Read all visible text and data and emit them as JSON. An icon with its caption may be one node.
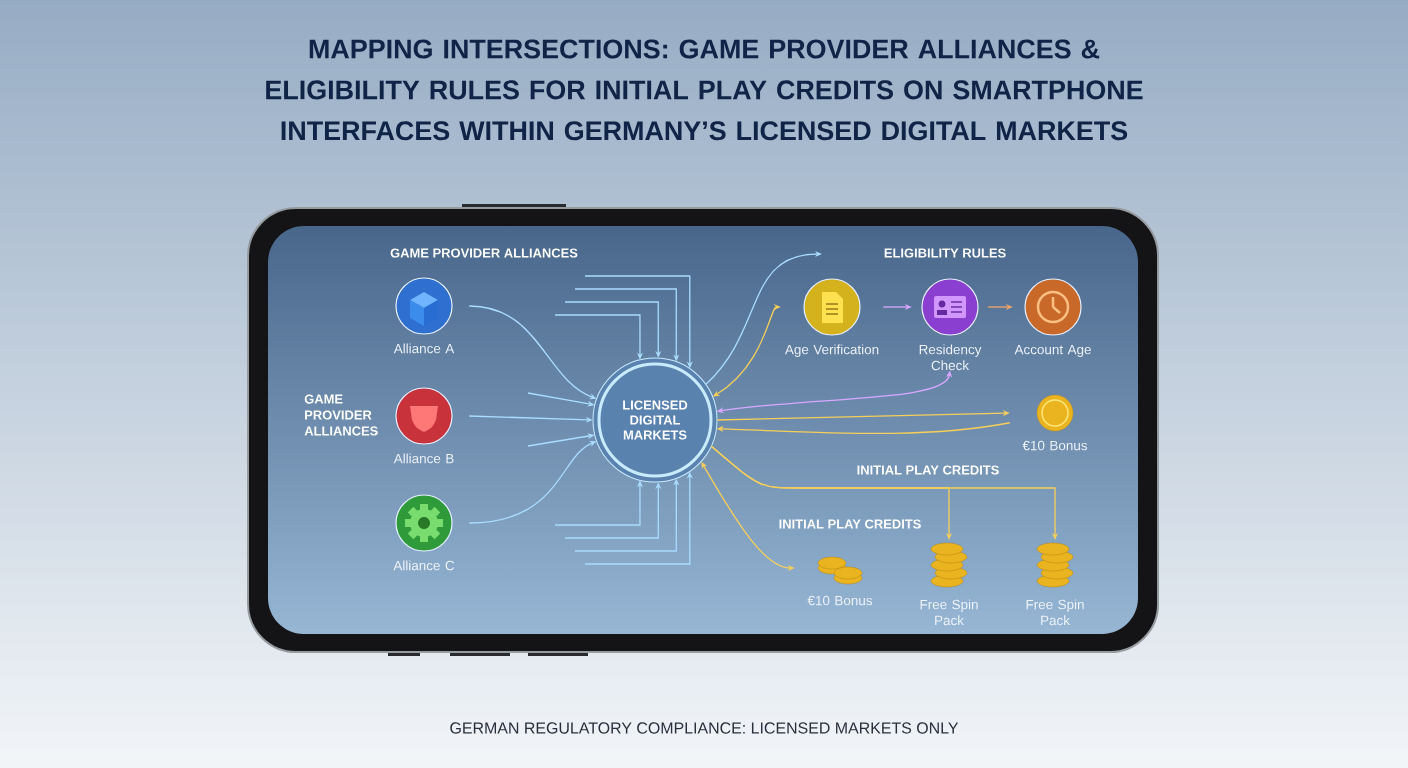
{
  "diagram": {
    "title": "MAPPING INTERSECTIONS: GAME PROVIDER ALLIANCES & ELIGIBILITY RULES FOR INITIAL PLAY CREDITS ON SMARTPHONE INTERFACES WITHIN GERMANY’S LICENSED DIGITAL MARKETS",
    "caption": "GERMAN REGULATORY COMPLIANCE: LICENSED MARKETS ONLY",
    "nodes": [
      {
        "text": [
          "Alliance A"
        ]
      },
      {
        "text": [
          "Alliance B"
        ]
      },
      {
        "text": [
          "Alliance C"
        ]
      },
      {
        "text": [
          "LICENSED DIGITAL MARKETS"
        ]
      },
      {
        "text": [
          "Age Verification"
        ]
      },
      {
        "text": [
          "Residency Check"
        ]
      },
      {
        "text": [
          "Account Age"
        ]
      },
      {
        "text": [
          "€10 Bonus"
        ]
      },
      {
        "text": [
          "€10 Bonus"
        ]
      },
      {
        "text": [
          "Free Spin Pack"
        ]
      },
      {
        "text": [
          "Free Spin Pack"
        ]
      }
    ],
    "edges": [
      {
        "from": 0,
        "to": 3,
        "arrow": "to"
      },
      {
        "from": 1,
        "to": 3,
        "arrow": "to"
      },
      {
        "from": 2,
        "to": 3,
        "arrow": "to"
      },
      {
        "from": null,
        "to": 3,
        "arrow": "to"
      },
      {
        "from": null,
        "to": 3,
        "arrow": "to"
      },
      {
        "from": null,
        "to": 3,
        "arrow": "to"
      },
      {
        "from": null,
        "to": 3,
        "arrow": "to"
      },
      {
        "from": null,
        "to": 3,
        "arrow": "to"
      },
      {
        "from": null,
        "to": 3,
        "arrow": "to"
      },
      {
        "from": null,
        "to": 3,
        "arrow": "to"
      },
      {
        "from": null,
        "to": 3,
        "arrow": "to"
      },
      {
        "from": null,
        "to": 3,
        "arrow": "to"
      },
      {
        "from": null,
        "to": 3,
        "arrow": "to"
      },
      {
        "from": 3,
        "to": null,
        "arrow": "to"
      },
      {
        "from": 3,
        "to": 4,
        "arrow": "both",
        "color": "#f6cf5a"
      },
      {
        "from": 4,
        "to": 5,
        "arrow": "to",
        "color": "#d9a8ff"
      },
      {
        "from": 5,
        "to": 6,
        "arrow": "to",
        "color": "#f3a56b"
      },
      {
        "from": 3,
        "to": 5,
        "arrow": "both",
        "color": "#d9a8ff"
      },
      {
        "from": 3,
        "to": 7,
        "arrow": "to",
        "color": "#f6cf5a"
      },
      {
        "from": 7,
        "to": 3,
        "arrow": "to",
        "color": "#f6cf5a"
      },
      {
        "from": 3,
        "to": 9,
        "arrow": "to",
        "color": "#f6cf5a"
      },
      {
        "from": 3,
        "to": 10,
        "arrow": "to",
        "color": "#f6cf5a"
      },
      {
        "from": 3,
        "to": 8,
        "arrow": "both",
        "color": "#f6cf5a"
      }
    ],
    "labels": [
      "GAME PROVIDER ALLIANCES",
      "GAME PROVIDER ALLIANCES",
      "ELIGIBILITY RULES",
      "INITIAL PLAY CREDITS",
      "INITIAL PLAY CREDITS"
    ]
  }
}
